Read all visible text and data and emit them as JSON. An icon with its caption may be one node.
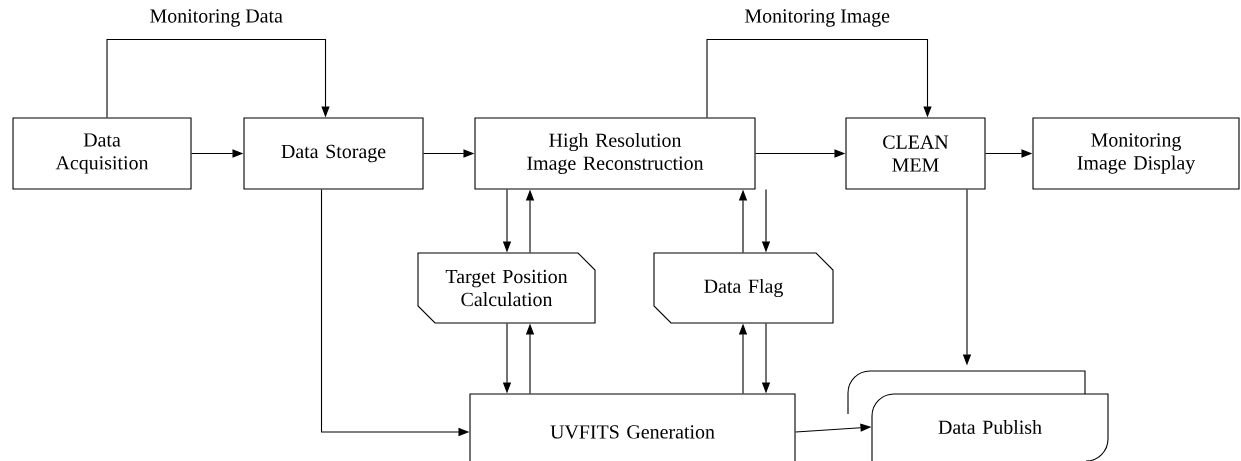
{
  "diagram": {
    "nodes": [
      {
        "text": [
          "Data Acquisition"
        ]
      },
      {
        "text": [
          "Data Storage"
        ]
      },
      {
        "text": [
          "High Resolution Image Reconstruction"
        ]
      },
      {
        "text": [
          "CLEAN MEM"
        ]
      },
      {
        "text": [
          "Monitoring Image Display"
        ]
      },
      {
        "text": [
          "Target Position Calculation"
        ]
      },
      {
        "text": [
          "Data Flag"
        ]
      },
      {
        "text": [
          "UVFITS Generation"
        ]
      },
      {
        "text": [
          "Data Publish"
        ]
      }
    ],
    "edges": [
      {
        "from": 0,
        "to": 1,
        "arrow": "to"
      },
      {
        "from": 0,
        "to": 1,
        "arrow": "to",
        "label": "Monitoring Data"
      },
      {
        "from": 1,
        "to": 2,
        "arrow": "to"
      },
      {
        "from": 2,
        "to": 3,
        "arrow": "to"
      },
      {
        "from": 2,
        "to": 3,
        "arrow": "to",
        "label": "Monitoring Image"
      },
      {
        "from": 3,
        "to": 4,
        "arrow": "to"
      },
      {
        "from": 2,
        "to": 5,
        "arrow": "to"
      },
      {
        "from": 5,
        "to": 2,
        "arrow": "to"
      },
      {
        "from": 6,
        "to": 2,
        "arrow": "to"
      },
      {
        "from": 2,
        "to": 6,
        "arrow": "to"
      },
      {
        "from": 5,
        "to": 7,
        "arrow": "to"
      },
      {
        "from": 7,
        "to": 5,
        "arrow": "to"
      },
      {
        "from": 6,
        "to": 7,
        "arrow": "to"
      },
      {
        "from": 7,
        "to": 6,
        "arrow": "to"
      },
      {
        "from": 1,
        "to": 7,
        "arrow": "to"
      },
      {
        "from": 7,
        "to": 8,
        "arrow": "to"
      },
      {
        "from": 3,
        "to": 8,
        "arrow": "to"
      }
    ]
  }
}
